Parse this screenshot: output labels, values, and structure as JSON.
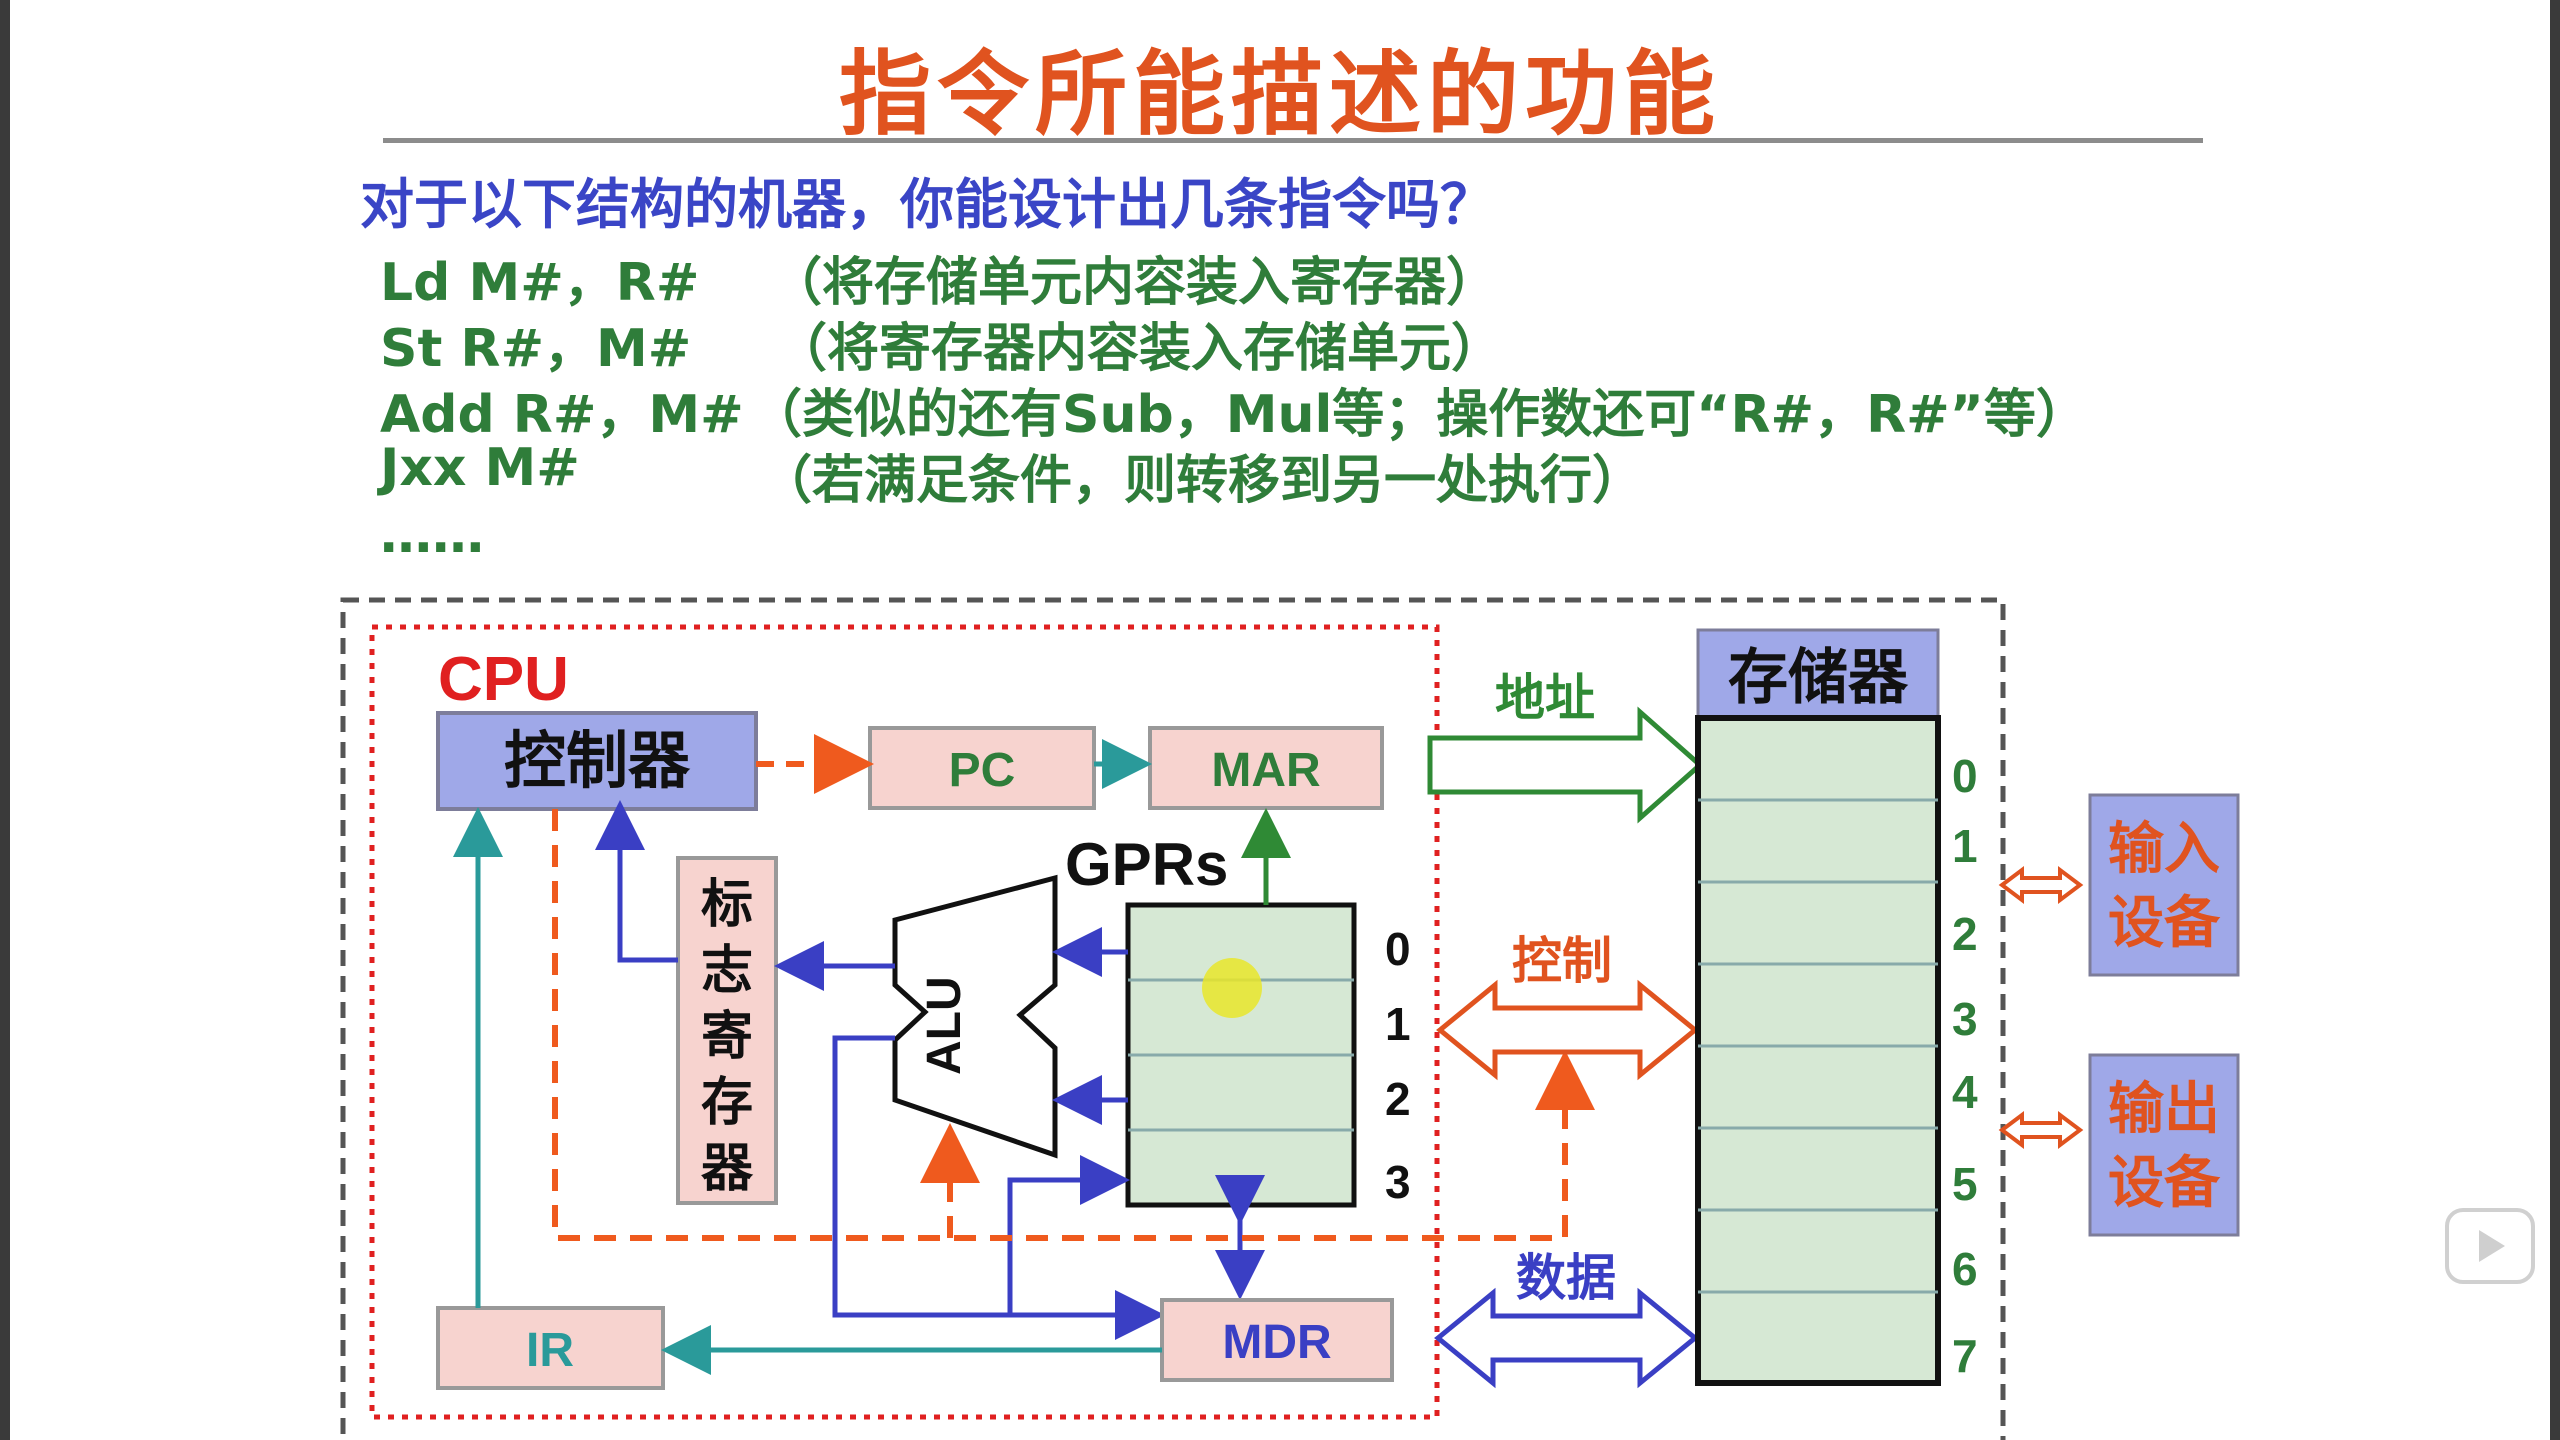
{
  "title": "指令所能描述的功能",
  "question": "对于以下结构的机器，你能设计出几条指令吗？",
  "instructions": [
    {
      "op": "Ld M#，R#",
      "desc": "（将存储单元内容装入寄存器）"
    },
    {
      "op": "St R#，M#",
      "desc": "（将寄存器内容装入存储单元）"
    },
    {
      "op": "Add R#，M#",
      "desc": "（类似的还有Sub，Mul等；操作数还可“R#，R#”等）"
    },
    {
      "op": "Jxx M#",
      "desc": "（若满足条件，则转移到另一处执行）"
    }
  ],
  "ellipsis": "……",
  "diagram": {
    "cpu_label": "CPU",
    "controller": "控制器",
    "pc": "PC",
    "mar": "MAR",
    "gprs_label": "GPRs",
    "gpr_indices": [
      "0",
      "1",
      "2",
      "3"
    ],
    "flags": [
      "标",
      "志",
      "寄",
      "存",
      "器"
    ],
    "alu": "ALU",
    "ir": "IR",
    "mdr": "MDR",
    "bus_address": "地址",
    "bus_control": "控制",
    "bus_data": "数据",
    "memory_label": "存储器",
    "memory_indices": [
      "0",
      "1",
      "2",
      "3",
      "4",
      "5",
      "6",
      "7"
    ],
    "input_device": [
      "输入",
      "设备"
    ],
    "output_device": [
      "输出",
      "设备"
    ]
  },
  "colors": {
    "title": "#e0531f",
    "question": "#3a45c6",
    "instructions": "#2f7d3a",
    "cpu": "#e02020",
    "box_pink": "#f7d3cf",
    "box_blue": "#9fa8e8",
    "register_green": "#d6e8d4",
    "blue_line": "#3a3fc4",
    "teal_line": "#2a9a9a",
    "orange_dash": "#ef5a1e",
    "address_bus": "#2f8a35",
    "control_bus": "#e0531f",
    "data_bus": "#3a3fc4"
  }
}
